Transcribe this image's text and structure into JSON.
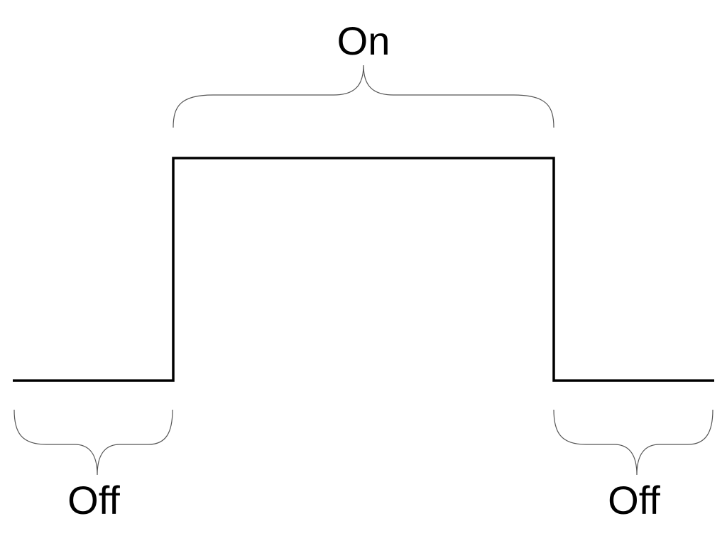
{
  "diagram": {
    "labels": {
      "on": "On",
      "off_left": "Off",
      "off_right": "Off"
    },
    "colors": {
      "wave": "#000000",
      "brace": "#555555",
      "text": "#000000",
      "background": "#ffffff"
    }
  }
}
